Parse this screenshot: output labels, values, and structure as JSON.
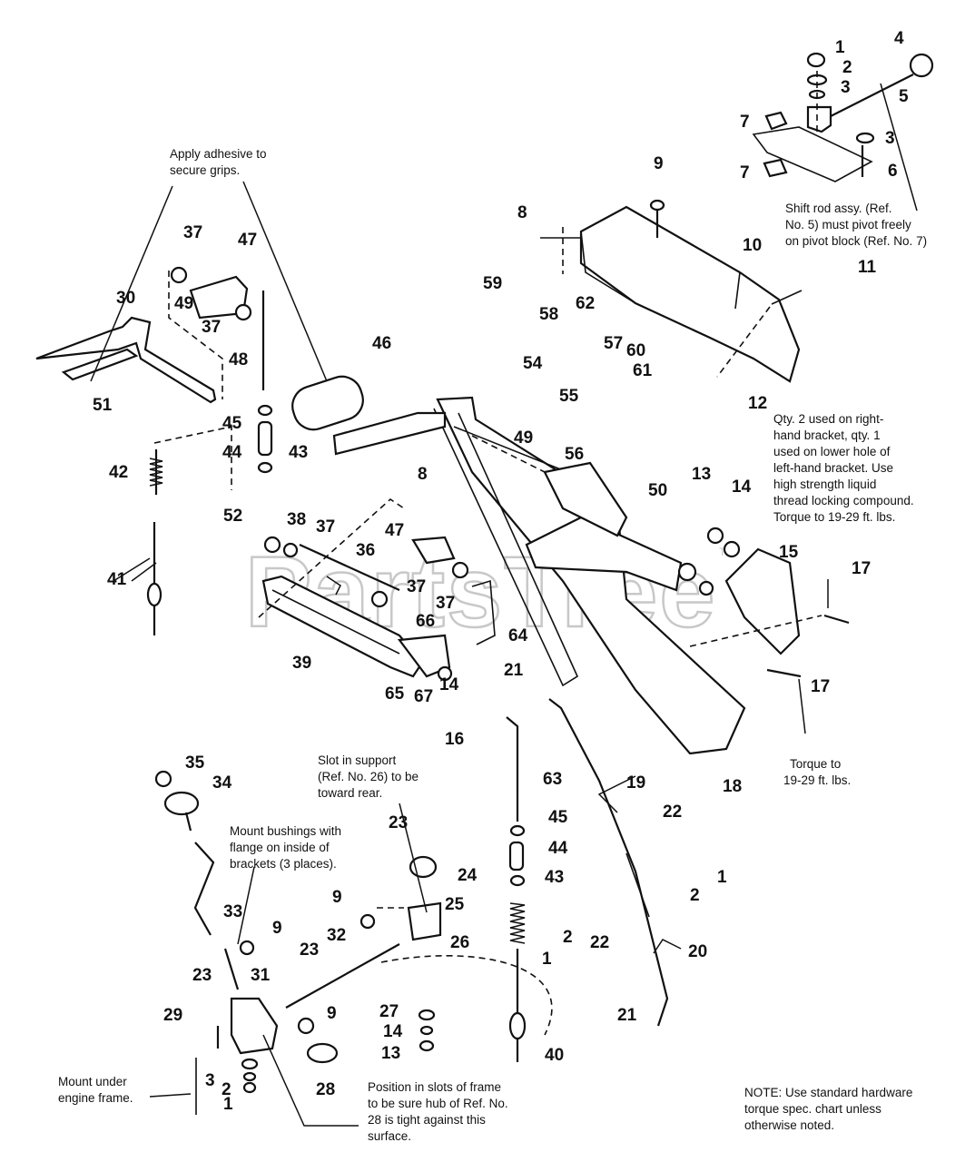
{
  "watermark": "PartsTree",
  "watermark_tm": "TM",
  "notes": {
    "adhesive": [
      "Apply adhesive to",
      "secure grips."
    ],
    "shift_rod": [
      "Shift rod assy. (Ref.",
      "No. 5) must pivot freely",
      "on pivot block (Ref. No. 7)"
    ],
    "qty": [
      "Qty. 2 used on right-",
      "hand bracket, qty. 1",
      "used on lower hole of",
      "left-hand bracket. Use",
      "high strength liquid",
      "thread locking compound.",
      "Torque to 19-29 ft. lbs."
    ],
    "torque": [
      "Torque to",
      "19-29 ft. lbs."
    ],
    "slot": [
      "Slot in support",
      "(Ref. No. 26) to be",
      "toward rear."
    ],
    "bushings": [
      "Mount bushings with",
      "flange on inside of",
      "brackets (3 places)."
    ],
    "mount_under": [
      "Mount under",
      "engine frame."
    ],
    "position": [
      "Position in slots of frame",
      "to be sure hub of Ref. No.",
      "28 is tight against this",
      "surface."
    ],
    "standard": [
      "NOTE: Use standard hardware",
      "torque spec. chart unless",
      "otherwise noted."
    ]
  },
  "callouts": [
    "1",
    "2",
    "3",
    "4",
    "5",
    "3",
    "7",
    "7",
    "6",
    "9",
    "8",
    "10",
    "11",
    "12",
    "37",
    "47",
    "49",
    "37",
    "30",
    "48",
    "51",
    "46",
    "59",
    "58",
    "62",
    "57",
    "60",
    "61",
    "54",
    "55",
    "49",
    "56",
    "45",
    "44",
    "43",
    "42",
    "8",
    "52",
    "38",
    "37",
    "36",
    "47",
    "37",
    "37",
    "41",
    "39",
    "66",
    "64",
    "65",
    "67",
    "14",
    "16",
    "21",
    "13",
    "14",
    "15",
    "17",
    "50",
    "17",
    "18",
    "35",
    "34",
    "63",
    "19",
    "45",
    "44",
    "43",
    "22",
    "2",
    "1",
    "1",
    "2",
    "22",
    "20",
    "23",
    "24",
    "9",
    "25",
    "26",
    "9",
    "33",
    "23",
    "32",
    "31",
    "23",
    "29",
    "9",
    "28",
    "27",
    "14",
    "13",
    "40",
    "21",
    "3",
    "2",
    "1"
  ]
}
